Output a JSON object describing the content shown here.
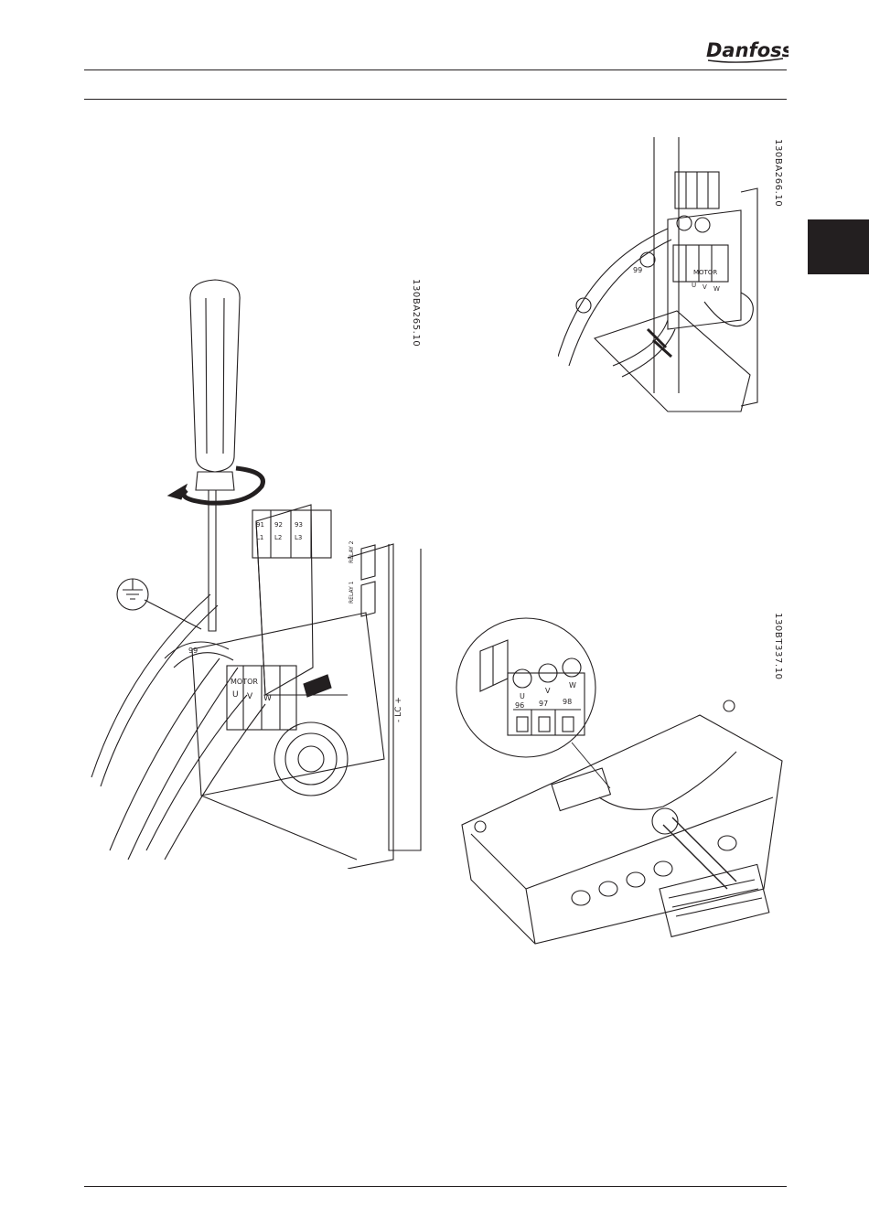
{
  "header": {
    "brand_logo_text": "Danfoss"
  },
  "figures": [
    {
      "id": "130BA265.10",
      "labels": {
        "terminals_top": [
          "91",
          "92",
          "93",
          "L1",
          "L2",
          "L3"
        ],
        "relay_1": "RELAY 1",
        "relay_2": "RELAY 2",
        "earth_terminal": "99",
        "motor": "MOTOR",
        "motor_terminals": [
          "U",
          "V",
          "W"
        ],
        "lc": "- LC +"
      }
    },
    {
      "id": "130BA266.10",
      "labels": {
        "earth_terminal": "99",
        "motor": "MOTOR",
        "motor_terminals": [
          "U",
          "V",
          "W"
        ]
      }
    },
    {
      "id": "130BT337.10",
      "labels": {
        "connector_letters": [
          "U",
          "V",
          "W"
        ],
        "connector_numbers": [
          "96",
          "97",
          "98"
        ]
      }
    }
  ],
  "colors": {
    "ink": "#231f20",
    "paper": "#ffffff"
  }
}
